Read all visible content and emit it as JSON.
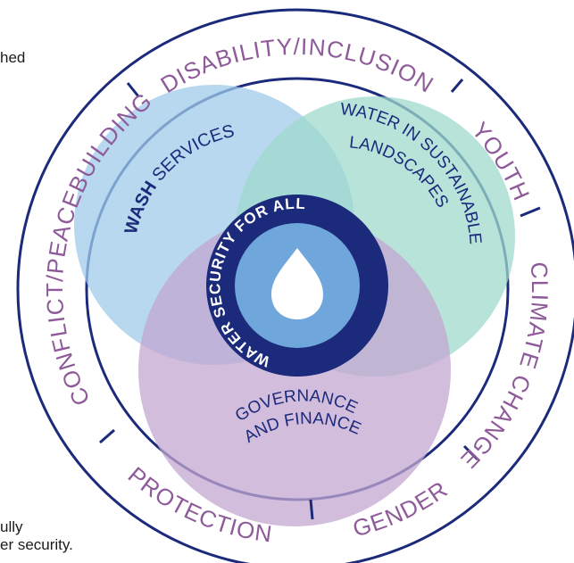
{
  "left_text_fragments": [
    "hed",
    "ully",
    "er security."
  ],
  "outer_ring": {
    "labels": [
      "DISABILITY/INCLUSION",
      "YOUTH",
      "CLIMATE CHANGE",
      "GENDER",
      "PROTECTION",
      "CONFLICT/PEACEBUILDING"
    ]
  },
  "circles": {
    "wash": {
      "label": "WASH SERVICES",
      "bold_word": "WASH",
      "rest": " SERVICES",
      "color": "#9fcbea"
    },
    "landscapes": {
      "line1": "WATER IN SUSTAINABLE",
      "line2": "LANDSCAPES",
      "color": "#9fd9cc"
    },
    "governance": {
      "line1": "GOVERNANCE",
      "line2": "AND FINANCE",
      "color": "#c3a7d1"
    }
  },
  "center": {
    "label": "WATER SECURITY FOR ALL",
    "badge_color": "#1b2a7a",
    "inner_color": "#6fa6dc"
  },
  "colors": {
    "ring_stroke": "#1b2a7a",
    "ring_text": "#8e5a9a",
    "zone_text": "#1b2a7a"
  }
}
